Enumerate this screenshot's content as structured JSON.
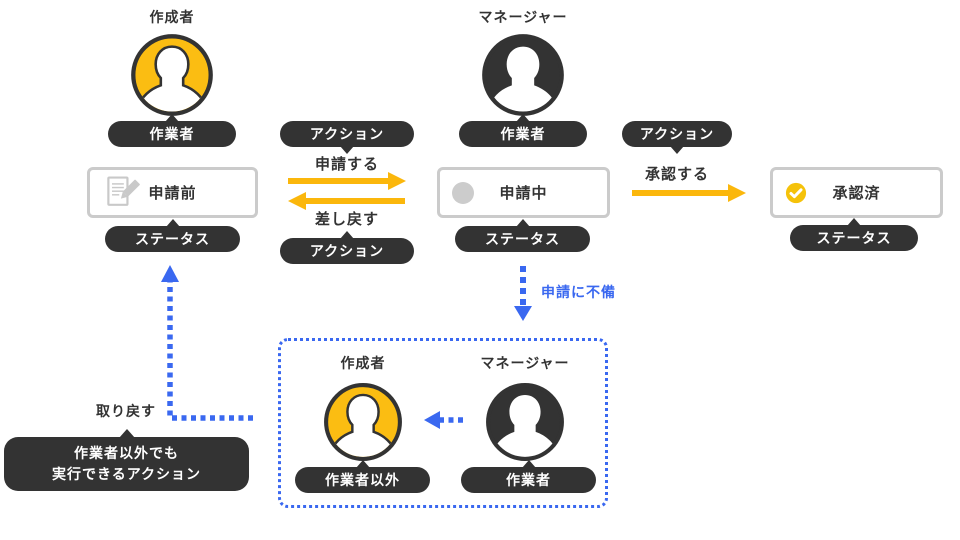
{
  "colors": {
    "dark": "#333333",
    "yellow": "#fbbd12",
    "blue": "#3a68f0",
    "gray_border": "#cbcbcb",
    "gray_icon": "#c9c9c9"
  },
  "top": {
    "creator_title": "作成者",
    "creator_badge": "作業者",
    "manager_title": "マネージャー",
    "manager_badge": "作業者"
  },
  "status": {
    "tag": "ステータス",
    "before": "申請前",
    "pending": "申請中",
    "approved": "承認済"
  },
  "action": {
    "tag": "アクション",
    "apply": "申請する",
    "send_back": "差し戻す",
    "approve": "承認する",
    "retract": "取り戻す"
  },
  "note": {
    "defect": "申請に不備",
    "tooltip_line1": "作業者以外でも",
    "tooltip_line2": "実行できるアクション"
  },
  "inset": {
    "creator_title": "作成者",
    "creator_badge": "作業者以外",
    "manager_title": "マネージャー",
    "manager_badge": "作業者"
  }
}
